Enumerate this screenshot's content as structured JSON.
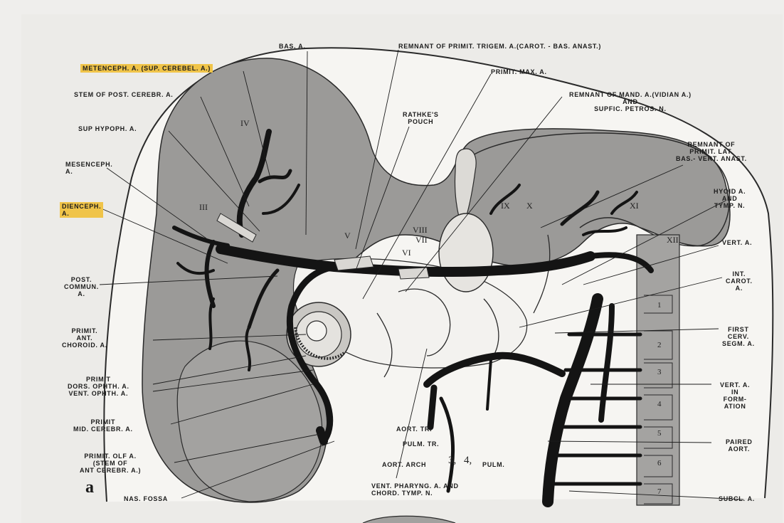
{
  "figure_letter": "a",
  "highlight_color": "#f0c449",
  "labels": {
    "bas_a": "BAS. A.",
    "remnant_trigem": "REMNANT OF PRIMIT. TRIGEM. A.(CAROT. - BAS. ANAST.)",
    "metenceph": "METENCEPH. A. (SUP. CEREBEL. A.)",
    "primit_max": "PRIMIT. MAX. A.",
    "stem_post_cerebr": "STEM OF POST. CEREBR. A.",
    "remnant_mand": "REMNANT OF MAND. A.(VIDIAN A.)\nAND\nSUPFIC. PETROS. N.",
    "rathkes_pouch": "RATHKE'S\nPOUCH",
    "sup_hypoph": "SUP HYPOPH. A.",
    "remnant_lat": "REMNANT OF\nPRIMIT. LAT.\nBAS.- VERT. ANAST.",
    "mesenceph": "MESENCEPH.\nA.",
    "hyoid": "HYOID A.\nAND\nTYMP. N.",
    "dienceph": "DIENCEPH.\nA.",
    "vert_a": "VERT. A.",
    "post_commun": "POST.\nCOMMUN.\nA.",
    "int_carot": "INT.\nCAROT.\nA.",
    "primit_ant_choroid": "PRIMIT.\nANT.\nCHOROID. A.",
    "first_cerv": "FIRST\nCERV.\nSEGM. A.",
    "primit_dors_ophth": "PRIMIT\nDORS. OPHTH. A.\nVENT. OPHTH. A.",
    "vert_in_formation": "VERT. A.\nIN\nFORM-\nATION",
    "primit_mid_cerebr": "PRIMIT\nMID. CEREBR. A.",
    "aort_tr": "AORT. TR.",
    "pulm_tr": "PULM. TR.",
    "paired_aort": "PAIRED\nAORT.",
    "primit_olf": "PRIMIT. OLF A.\n(STEM OF\nANT CEREBR. A.)",
    "aort_arch": "AORT. ARCH",
    "arch_3": "3,",
    "arch_4": "4,",
    "pulm": "PULM.",
    "subcl": "SUBCL. A.",
    "nas_fossa": "NAS. FOSSA",
    "vent_pharyng": "VENT. PHARYNG. A. AND\nCHORD. TYMP. N."
  },
  "nerves": {
    "iii": "III",
    "iv": "IV",
    "v": "V",
    "vi": "VI",
    "vii": "VII",
    "viii": "VIII",
    "ix": "IX",
    "x": "X",
    "xi": "XI",
    "xii": "XII"
  },
  "somites": [
    "1",
    "2",
    "3",
    "4",
    "5",
    "6",
    "7"
  ]
}
